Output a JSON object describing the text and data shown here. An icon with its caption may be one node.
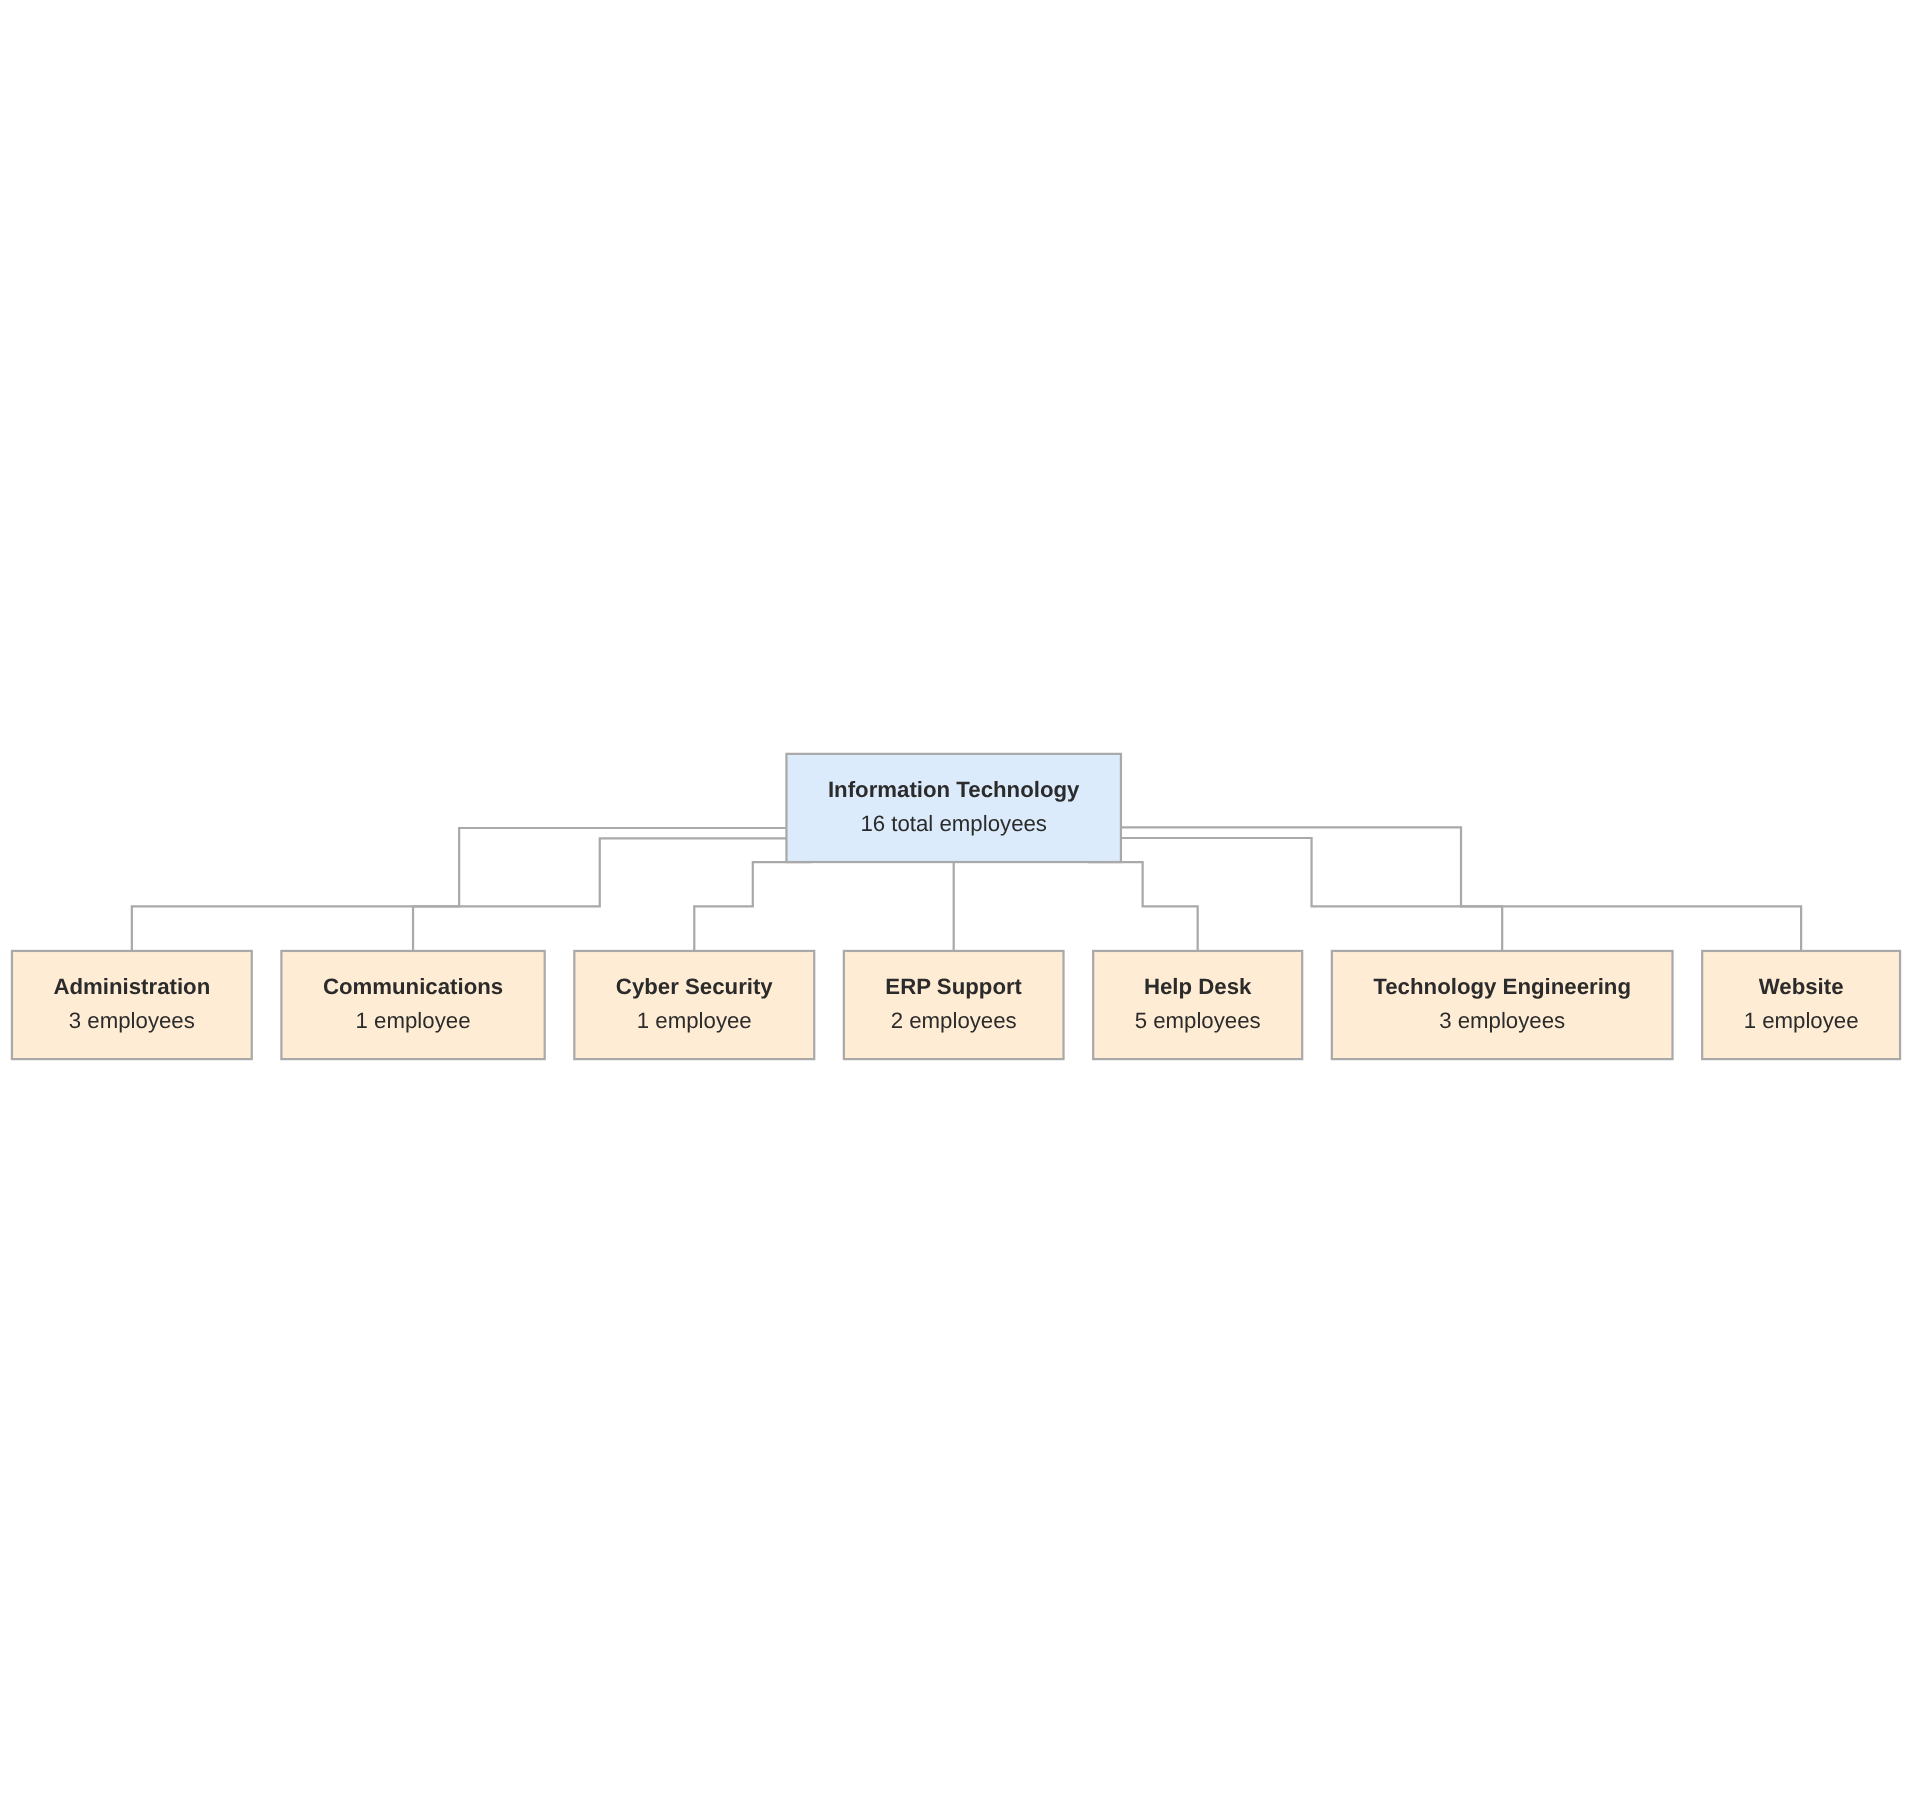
{
  "diagram": {
    "nodes": [
      {
        "text": [
          "Information Technology",
          "16 total employees"
        ]
      },
      {
        "text": [
          "Administration",
          "3 employees"
        ]
      },
      {
        "text": [
          "Communications",
          "1 employee"
        ]
      },
      {
        "text": [
          "Cyber Security",
          "1 employee"
        ]
      },
      {
        "text": [
          "ERP Support",
          "2 employees"
        ]
      },
      {
        "text": [
          "Help Desk",
          "5 employees"
        ]
      },
      {
        "text": [
          "Technology Engineering",
          "3 employees"
        ]
      },
      {
        "text": [
          "Website",
          "1 employee"
        ]
      }
    ],
    "edges": [
      {
        "from": 0,
        "to": 1,
        "arrow": "none"
      },
      {
        "from": 0,
        "to": 2,
        "arrow": "none"
      },
      {
        "from": 0,
        "to": 3,
        "arrow": "none"
      },
      {
        "from": 0,
        "to": 4,
        "arrow": "none"
      },
      {
        "from": 0,
        "to": 5,
        "arrow": "none"
      },
      {
        "from": 0,
        "to": 6,
        "arrow": "none"
      },
      {
        "from": 0,
        "to": 7,
        "arrow": "none"
      }
    ]
  }
}
